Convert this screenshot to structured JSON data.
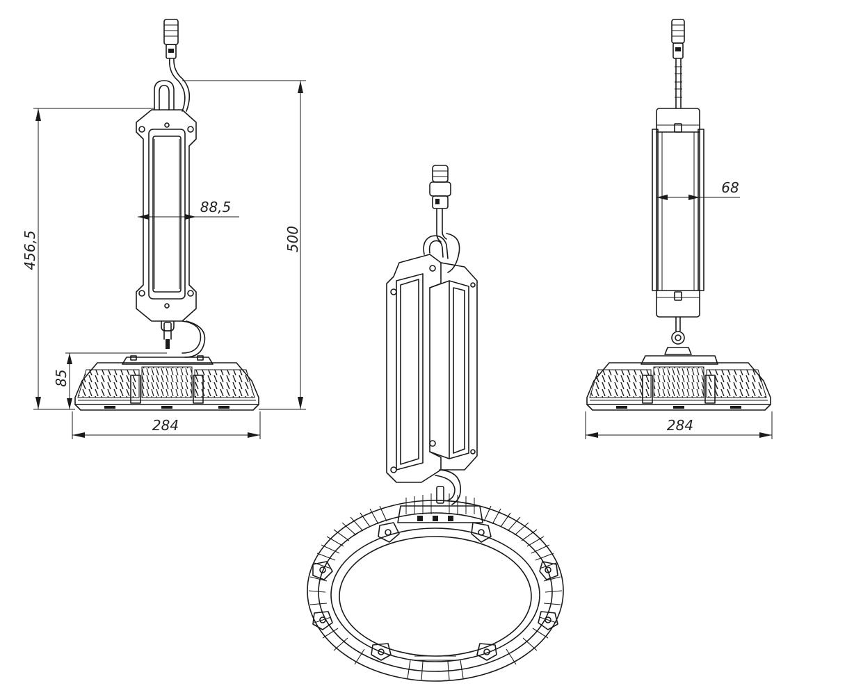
{
  "dimensions": {
    "front_overall_height": "500",
    "front_body_height": "456,5",
    "front_housing_height": "85",
    "front_driver_width": "88,5",
    "front_housing_diameter": "284",
    "side_driver_depth": "68",
    "side_housing_diameter": "284"
  }
}
